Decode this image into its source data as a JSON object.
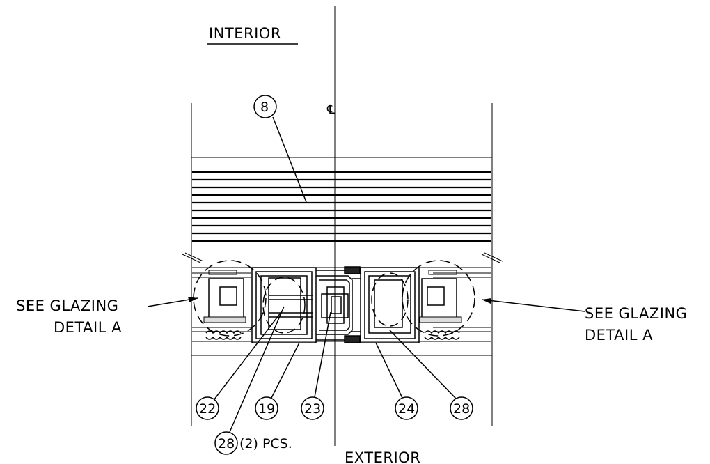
{
  "labels": {
    "interior": "INTERIOR",
    "exterior": "EXTERIOR",
    "centerline": "℄",
    "left_callout_line1": "SEE GLAZING",
    "left_callout_line2": "DETAIL A",
    "right_callout_line1": "SEE GLAZING",
    "right_callout_line2": "DETAIL A",
    "qty_note": "(2) PCS."
  },
  "callouts": [
    {
      "id": "c8",
      "text": "8"
    },
    {
      "id": "c22",
      "text": "22"
    },
    {
      "id": "c19",
      "text": "19"
    },
    {
      "id": "c23",
      "text": "23"
    },
    {
      "id": "c24",
      "text": "24"
    },
    {
      "id": "c28",
      "text": "28"
    },
    {
      "id": "c28b",
      "text": "28"
    }
  ]
}
